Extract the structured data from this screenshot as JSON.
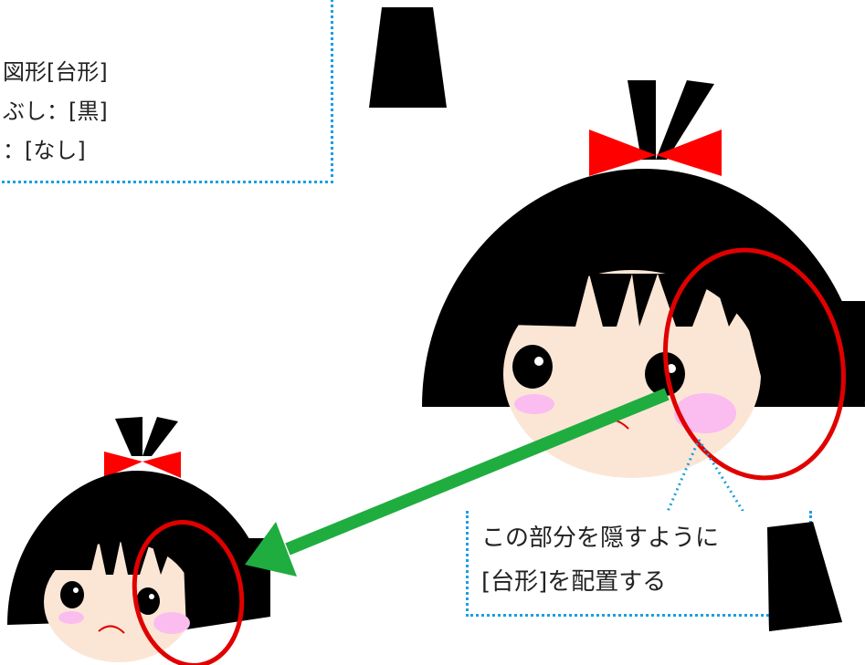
{
  "info_box": {
    "lines": [
      "図形[台形]",
      "ぶし：[黒]",
      "：[なし]"
    ]
  },
  "note_box": {
    "lines": [
      "この部分を隠すように",
      "[台形]を配置する"
    ]
  },
  "colors": {
    "hair": "#000000",
    "face": "#fbe6d6",
    "ribbon": "#ff0000",
    "cheek": "#fbbcf0",
    "highlight_circle": "#e00000",
    "arrow": "#1fad3f",
    "callout_border": "#1a9fe0"
  }
}
